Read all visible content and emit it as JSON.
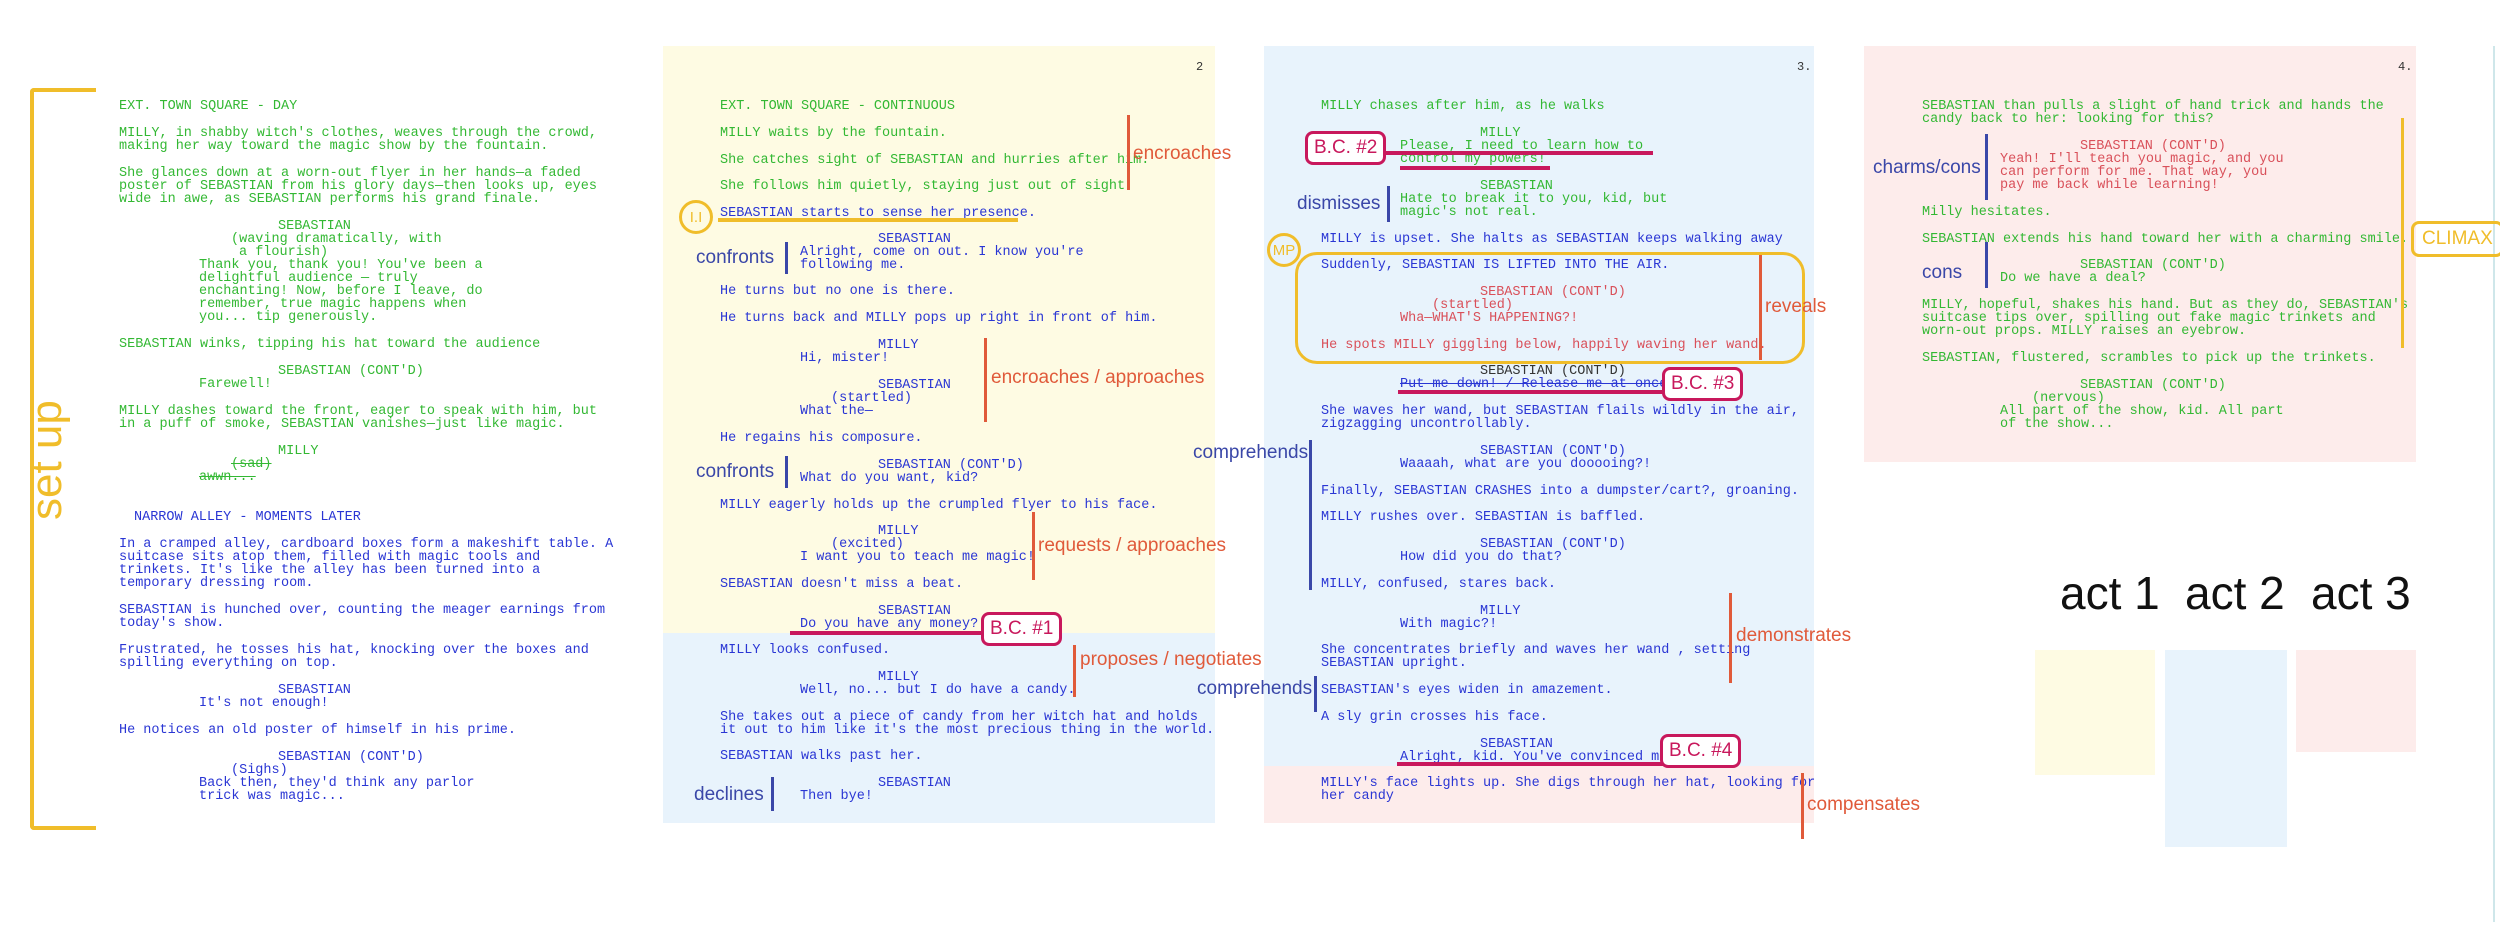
{
  "colors": {
    "green": "#33b833",
    "blue": "#2a36d4",
    "red": "#d9505a",
    "page2_yellow": "#fefbe3",
    "page2_blue": "#e8f3fc",
    "page3_blue": "#e8f3fc",
    "page3_pink": "#fdeceb",
    "page4_pink": "#fdeceb",
    "annot_red": "#e05a3a",
    "annot_blue": "#3a47a8",
    "annot_yellow": "#f0bd2a",
    "beat_change": "#c8185c"
  },
  "labels": {
    "setup": "set up",
    "climax": "CLIMAX",
    "act1": "act 1",
    "act2": "act 2",
    "act3": "act 3",
    "ii": "I.I",
    "mp": "MP"
  },
  "page_numbers": {
    "p2": "2",
    "p3": "3.",
    "p4": "4."
  },
  "beat_changes": {
    "bc1": "B.C. #1",
    "bc2": "B.C. #2",
    "bc3": "B.C. #3",
    "bc4": "B.C. #4"
  },
  "annotations": {
    "encroaches": "encroaches",
    "encroaches_approaches": "encroaches / approaches",
    "requests_approaches": "requests / approaches",
    "proposes_negotiates": "proposes / negotiates",
    "confronts1": "confronts",
    "confronts2": "confronts",
    "declines": "declines",
    "dismisses": "dismisses",
    "reveals": "reveals",
    "comprehends1": "comprehends",
    "demonstrates": "demonstrates",
    "comprehends2": "comprehends",
    "compensates": "compensates",
    "charms_cons": "charms/cons",
    "cons": "cons"
  },
  "page1": [
    "EXT. TOWN SQUARE - DAY",
    "MILLY, in shabby witch's clothes, weaves through the crowd,",
    "making her way toward the magic show by the fountain.",
    "She glances down at a worn-out flyer in her hands—a faded",
    "poster of SEBASTIAN from his glory days—then looks up, eyes",
    "wide in awe, as SEBASTIAN performs his grand finale.",
    "SEBASTIAN",
    "(waving dramatically, with",
    "a flourish)",
    "Thank you, thank you! You've been a",
    "delightful audience — truly",
    "enchanting! Now, before I leave, do",
    "remember, true magic happens when",
    "you... tip generously.",
    "SEBASTIAN winks, tipping his hat toward the audience",
    "SEBASTIAN (CONT'D)",
    "Farewell!",
    "MILLY dashes toward the front, eager to speak with him, but",
    "in a puff of smoke, SEBASTIAN vanishes—just like magic.",
    "MILLY",
    "(sad)",
    "awwn...",
    "NARROW ALLEY - MOMENTS LATER",
    "In a cramped alley, cardboard boxes form a makeshift table. A",
    "suitcase sits atop them, filled with magic tools and",
    "trinkets. It's like the alley has been turned into a",
    "temporary dressing room.",
    "SEBASTIAN is hunched over, counting the meager earnings from",
    "today's show.",
    "Frustrated, he tosses his hat, knocking over the boxes and",
    "spilling everything on top.",
    "SEBASTIAN",
    "It's not enough!",
    "He notices an old poster of himself in his prime.",
    "SEBASTIAN (CONT'D)",
    "(Sighs)",
    "Back then, they'd think any parlor",
    "trick was magic..."
  ],
  "page2": [
    "EXT. TOWN SQUARE - CONTINUOUS",
    "MILLY waits by the fountain.",
    "She catches sight of SEBASTIAN and hurries after him.",
    "She follows him quietly, staying just out of sight.",
    "SEBASTIAN starts to sense her presence.",
    "SEBASTIAN",
    "Alright, come on out. I know you're",
    "following me.",
    "He turns but no one is there.",
    "He turns back and MILLY pops up right in front of him.",
    "MILLY",
    "Hi, mister!",
    "SEBASTIAN",
    "(startled)",
    "What the—",
    "He regains his composure.",
    "SEBASTIAN (CONT'D)",
    "What do you want, kid?",
    "MILLY eagerly holds up the crumpled flyer to his face.",
    "MILLY",
    "(excited)",
    "I want you to teach me magic!",
    "SEBASTIAN doesn't miss a beat.",
    "SEBASTIAN",
    "Do you have any money?",
    "MILLY looks confused.",
    "MILLY",
    "Well, no... but I do have a candy.",
    "She takes out a piece of candy from her witch hat and holds",
    "it out to him like it's the most precious thing in the world.",
    "SEBASTIAN walks past her.",
    "SEBASTIAN",
    "Then bye!"
  ],
  "page3": [
    "MILLY chases after him, as he walks",
    "MILLY",
    "Please, I need to learn how to",
    "control my powers!",
    "SEBASTIAN",
    "Hate to break it to you, kid, but",
    "magic's not real.",
    "MILLY is upset. She halts as SEBASTIAN keeps walking away",
    "Suddenly, SEBASTIAN IS LIFTED INTO THE AIR.",
    "SEBASTIAN (CONT'D)",
    "(startled)",
    "Wha—WHAT'S HAPPENING?!",
    "He spots MILLY giggling below, happily waving her wand.",
    "SEBASTIAN (CONT'D)",
    "Put me down! / Release me at once!",
    "She waves her wand, but SEBASTIAN flails wildly in the air,",
    "zigzagging uncontrollably.",
    "SEBASTIAN (CONT'D)",
    "Waaaah, what are you dooooing?!",
    "Finally, SEBASTIAN CRASHES into a dumpster/cart?, groaning.",
    "MILLY rushes over. SEBASTIAN is baffled.",
    "SEBASTIAN (CONT'D)",
    "How did you do that?",
    "MILLY, confused, stares back.",
    "MILLY",
    "With magic?!",
    "She concentrates briefly and waves her wand , setting",
    "SEBASTIAN upright.",
    "SEBASTIAN's eyes widen in amazement.",
    "A sly grin crosses his face.",
    "SEBASTIAN",
    "Alright, kid. You've convinced me.",
    "MILLY's face lights up. She digs through her hat, looking for",
    "her candy"
  ],
  "page4": [
    "SEBASTIAN than pulls a slight of hand trick and hands the",
    "candy back to her: looking for this?",
    "SEBASTIAN (CONT'D)",
    "Yeah! I'll teach you magic, and you",
    "can perform for me. That way, you",
    "pay me back while learning!",
    "Milly hesitates.",
    "SEBASTIAN extends his hand toward her with a charming smile.",
    "SEBASTIAN (CONT'D)",
    "Do we have a deal?",
    "MILLY, hopeful, shakes his hand. But as they do, SEBASTIAN's",
    "suitcase tips over, spilling out fake magic trinkets and",
    "worn-out props. MILLY raises an eyebrow.",
    "SEBASTIAN, flustered, scrambles to pick up the trinkets.",
    "SEBASTIAN (CONT'D)",
    "(nervous)",
    "All part of the show, kid. All part",
    "of the show..."
  ]
}
